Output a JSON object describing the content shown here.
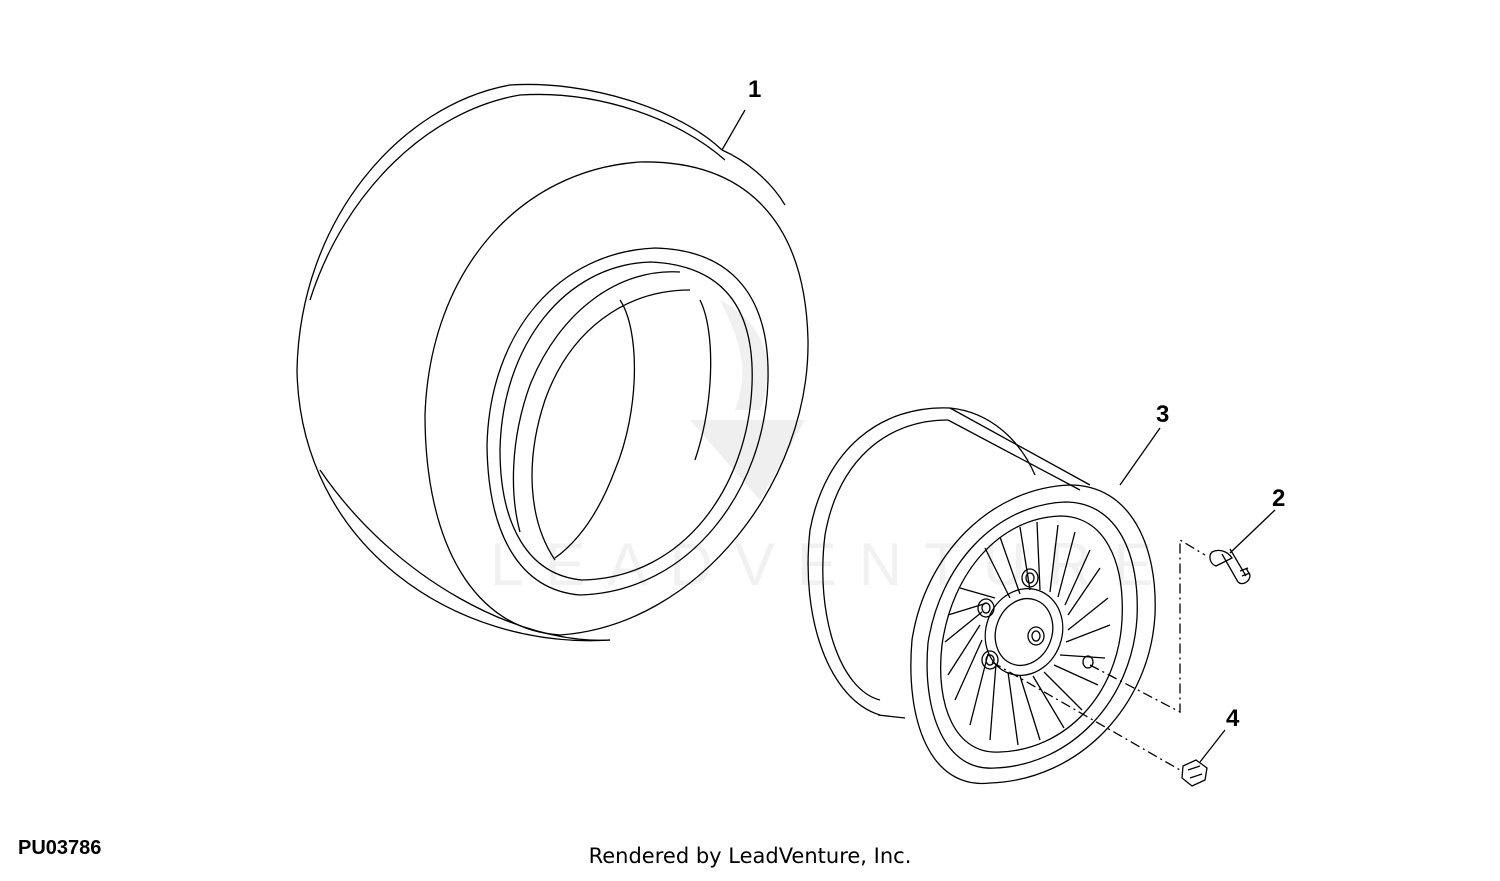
{
  "callouts": {
    "c1": "1",
    "c2": "2",
    "c3": "3",
    "c4": "4"
  },
  "diagram_id": "PU03786",
  "footer": "Rendered by LeadVenture, Inc.",
  "watermark": "LEADVENTURE",
  "colors": {
    "line": "#000000",
    "background": "#ffffff"
  },
  "parts": [
    "tire",
    "valve-stem",
    "wheel-rim",
    "lug-nut"
  ]
}
